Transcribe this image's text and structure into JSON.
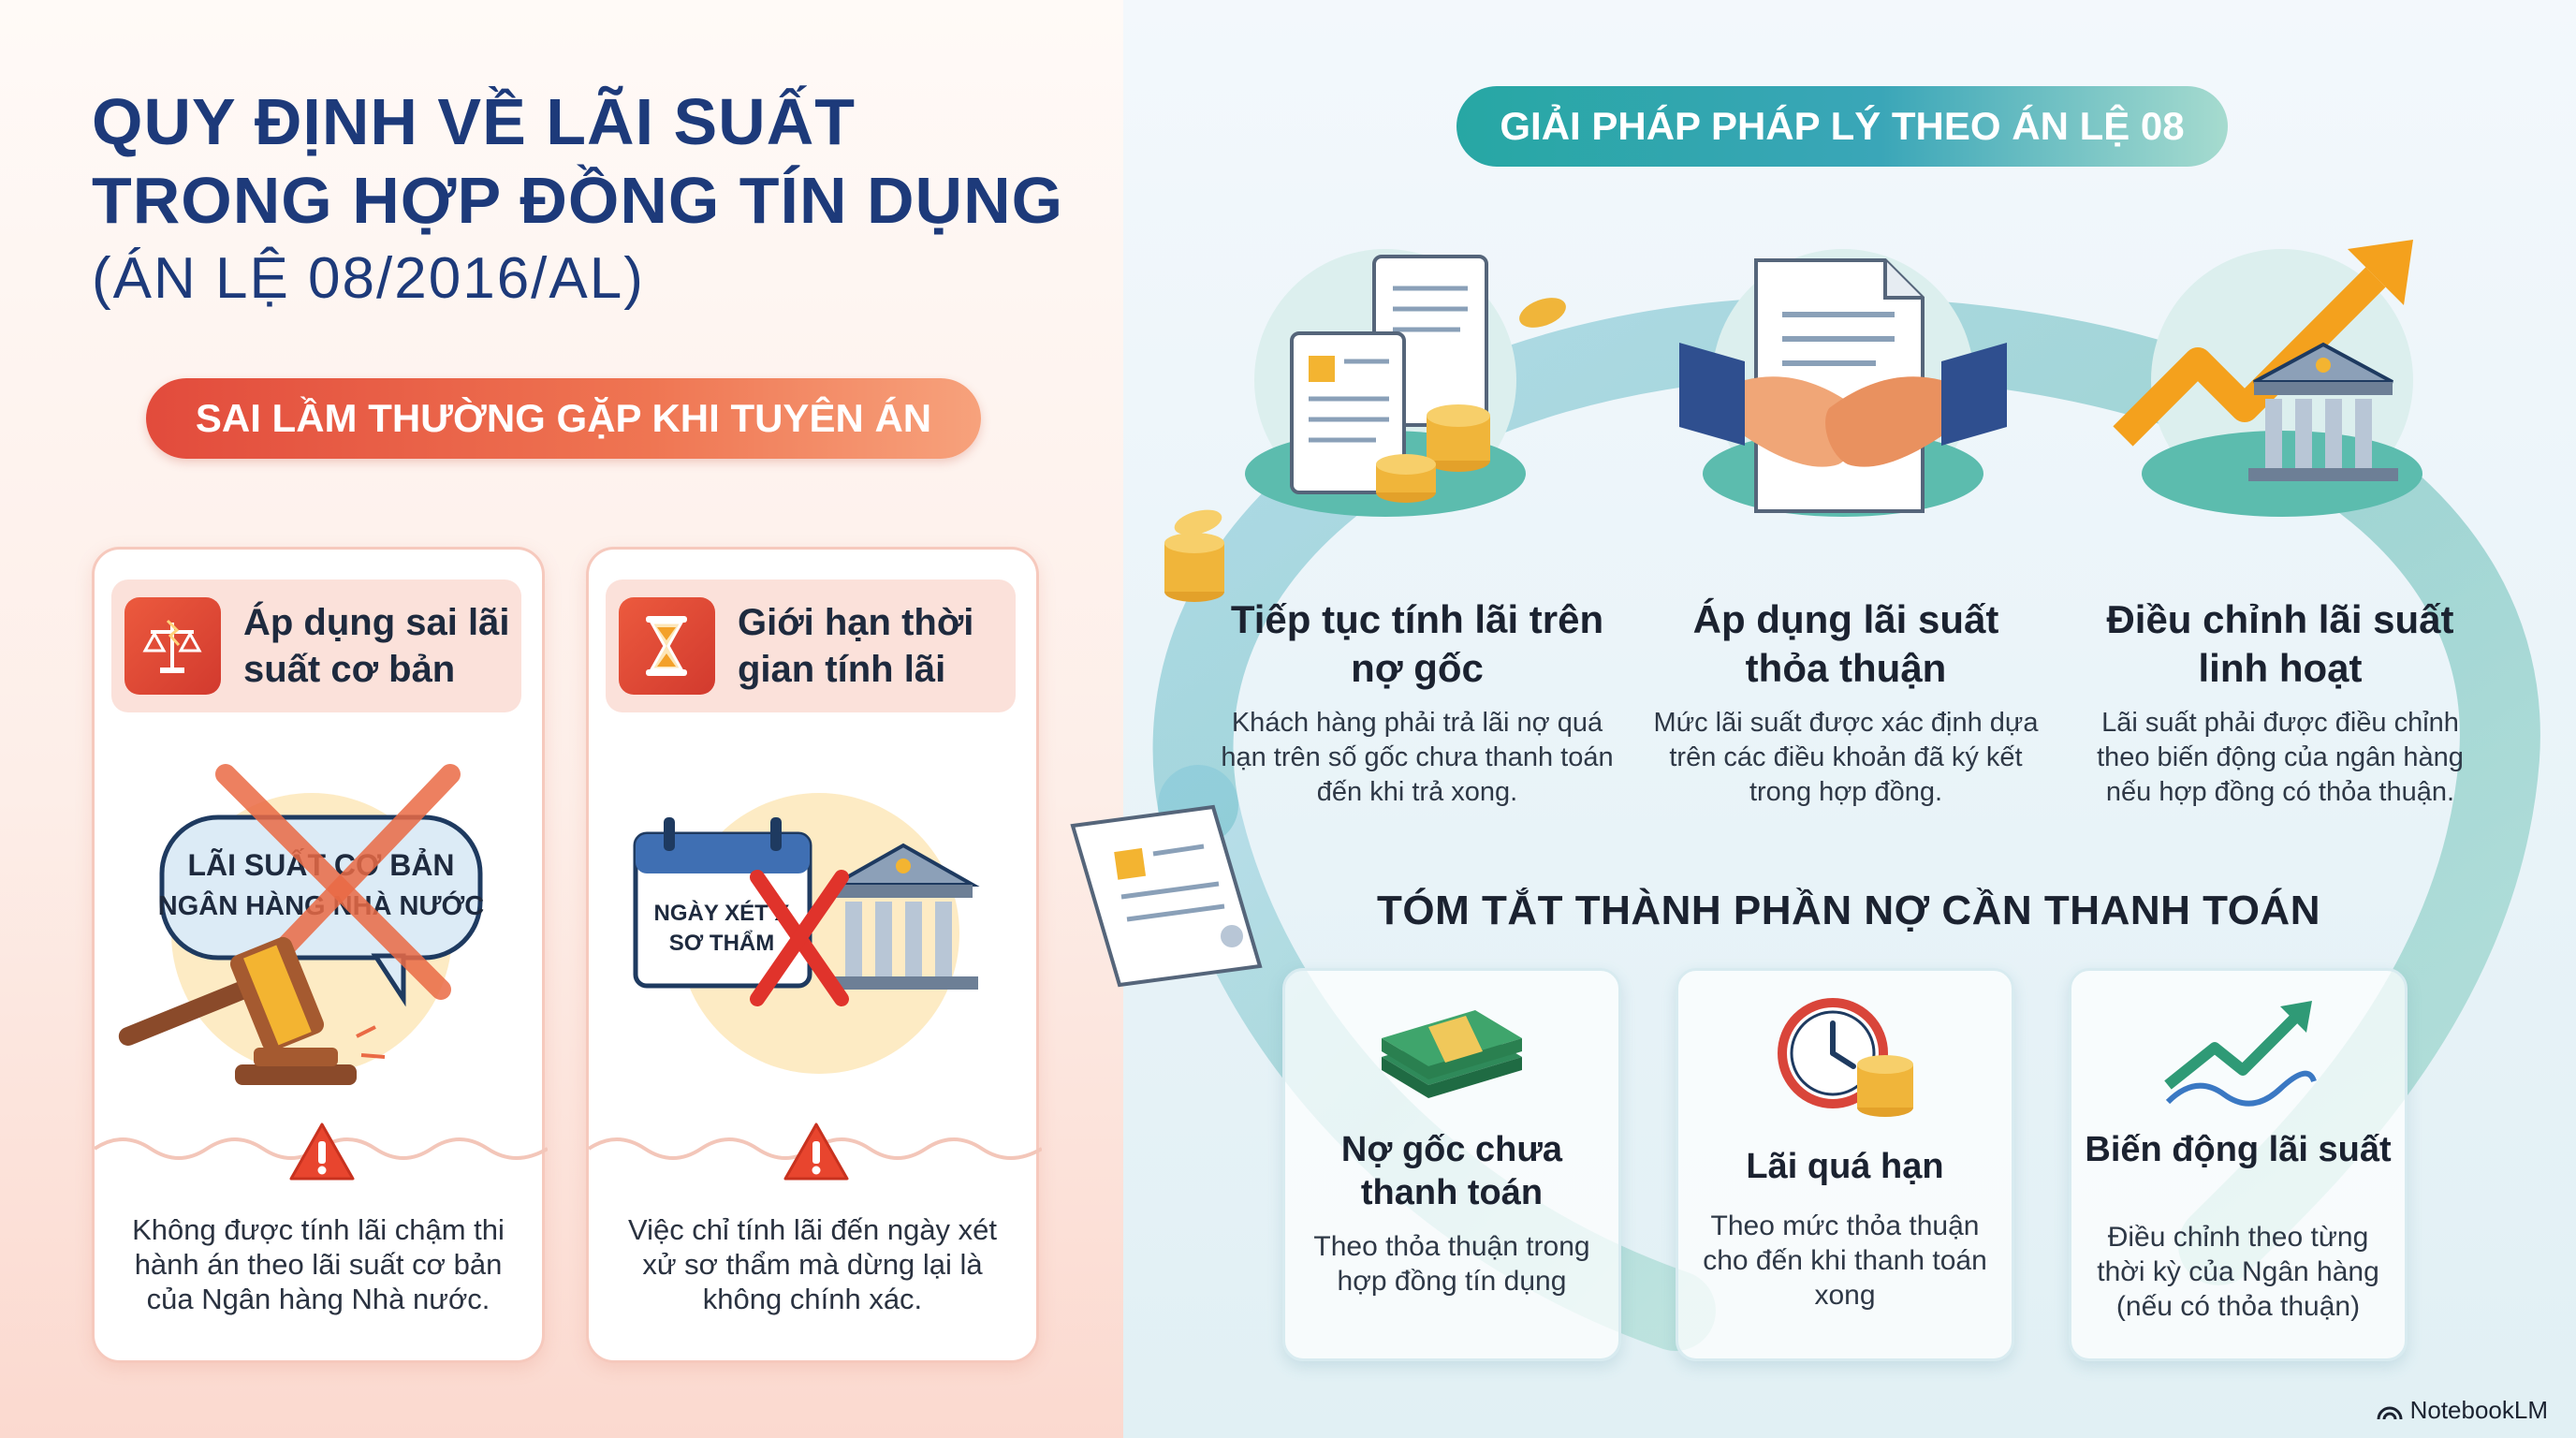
{
  "title": {
    "line1": "QUY ĐỊNH VỀ LÃI SUẤT",
    "line2": "TRONG HỢP ĐỒNG TÍN DỤNG",
    "line3": "(ÁN LỆ 08/2016/AL)"
  },
  "mistakes": {
    "heading": "SAI LẦM THƯỜNG GẶP KHI TUYÊN ÁN",
    "cards": [
      {
        "title": "Áp dụng sai lãi suất cơ bản",
        "bubble_line1": "LÃI SUẤT CƠ BẢN",
        "bubble_line2": "NGÂN HÀNG NHÀ NƯỚC",
        "description": "Không được tính lãi chậm thi hành án theo lãi suất cơ bản của Ngân hàng Nhà nước."
      },
      {
        "title": "Giới hạn thời gian tính lãi",
        "calendar_line1": "NGÀY XÉT X",
        "calendar_line2": "SƠ THẨM",
        "description": "Việc chỉ tính lãi đến ngày xét xử sơ thẩm mà dừng lại là không chính xác."
      }
    ]
  },
  "solutions": {
    "heading": "GIẢI PHÁP PHÁP LÝ THEO ÁN LỆ 08",
    "items": [
      {
        "title": "Tiếp tục tính lãi trên nợ gốc",
        "description": "Khách hàng phải trả lãi nợ quá hạn trên số gốc chưa thanh toán đến khi trả xong."
      },
      {
        "title": "Áp dụng lãi suất thỏa thuận",
        "description": "Mức lãi suất được xác định dựa trên các điều khoản đã ký kết trong hợp đồng."
      },
      {
        "title": "Điều chỉnh lãi suất linh hoạt",
        "description": "Lãi suất phải được điều chỉnh theo biến động của ngân hàng nếu hợp đồng có thỏa thuận."
      }
    ]
  },
  "summary": {
    "heading": "TÓM TẮT THÀNH PHẦN NỢ CẦN THANH TOÁN",
    "cards": [
      {
        "title": "Nợ gốc chưa thanh toán",
        "description": "Theo thỏa thuận trong hợp đồng tín dụng"
      },
      {
        "title": "Lãi quá hạn",
        "description": "Theo mức thỏa thuận cho đến khi thanh toán xong"
      },
      {
        "title": "Biến động lãi suất",
        "description": "Điều chỉnh theo từng thời kỳ của Ngân hàng (nếu có thỏa thuận)"
      }
    ]
  },
  "brand": "NotebookLM",
  "colors": {
    "title": "#1d3a7a",
    "mistake_accent": "#e24b3c",
    "solution_accent": "#27a7a4",
    "coin": "#f0b53a",
    "growth_arrow": "#f4a11d"
  }
}
